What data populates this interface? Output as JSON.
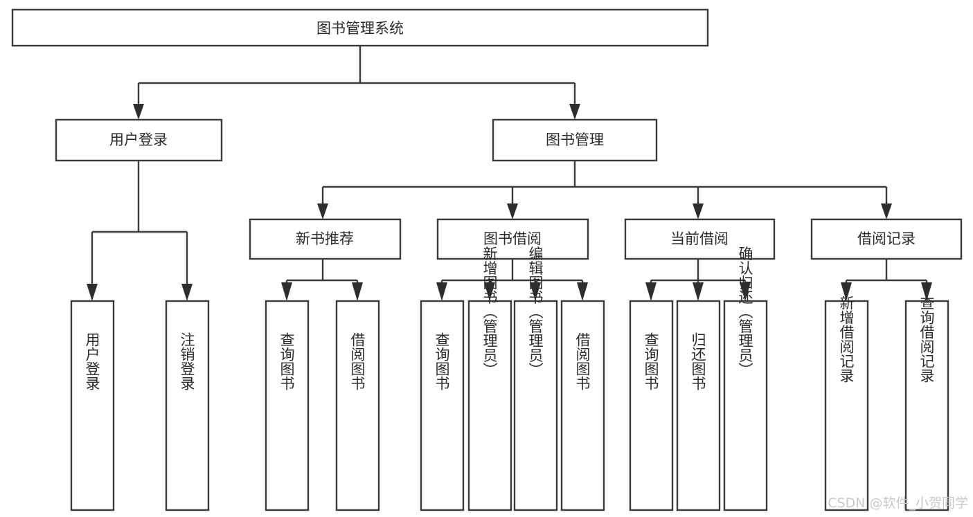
{
  "diagram": {
    "title": "图书管理系统",
    "type": "功能结构图",
    "colors": {
      "box_fill": "#ffffff",
      "box_stroke": "#3a3a3a",
      "connector": "#3a3a3a",
      "arrow": "#2e2e2e",
      "text": "#2b2b2b",
      "watermark": "#c9c9c9",
      "background": "#ffffff"
    },
    "root": {
      "label": "图书管理系统"
    },
    "level2": [
      {
        "label": "用户登录"
      },
      {
        "label": "图书管理"
      }
    ],
    "level3": [
      {
        "label": "新书推荐"
      },
      {
        "label": "图书借阅"
      },
      {
        "label": "当前借阅"
      },
      {
        "label": "借阅记录"
      }
    ],
    "leaves": {
      "user_login": [
        {
          "label": "用户登录"
        },
        {
          "label": "注销登录"
        }
      ],
      "new_book_recommend": [
        {
          "label": "查询图书"
        },
        {
          "label": "借阅图书"
        }
      ],
      "book_borrow": [
        {
          "label": "查询图书"
        },
        {
          "label": "新增图书（管理员）"
        },
        {
          "label": "编辑图书（管理员）"
        },
        {
          "label": "借阅图书"
        }
      ],
      "current_borrow": [
        {
          "label": "查询图书"
        },
        {
          "label": "归还图书"
        },
        {
          "label": "确认归还（管理员）"
        }
      ],
      "borrow_record": [
        {
          "label": "新增借阅记录"
        },
        {
          "label": "查询借阅记录"
        }
      ]
    },
    "watermark": "CSDN @软件_小贺同学"
  }
}
